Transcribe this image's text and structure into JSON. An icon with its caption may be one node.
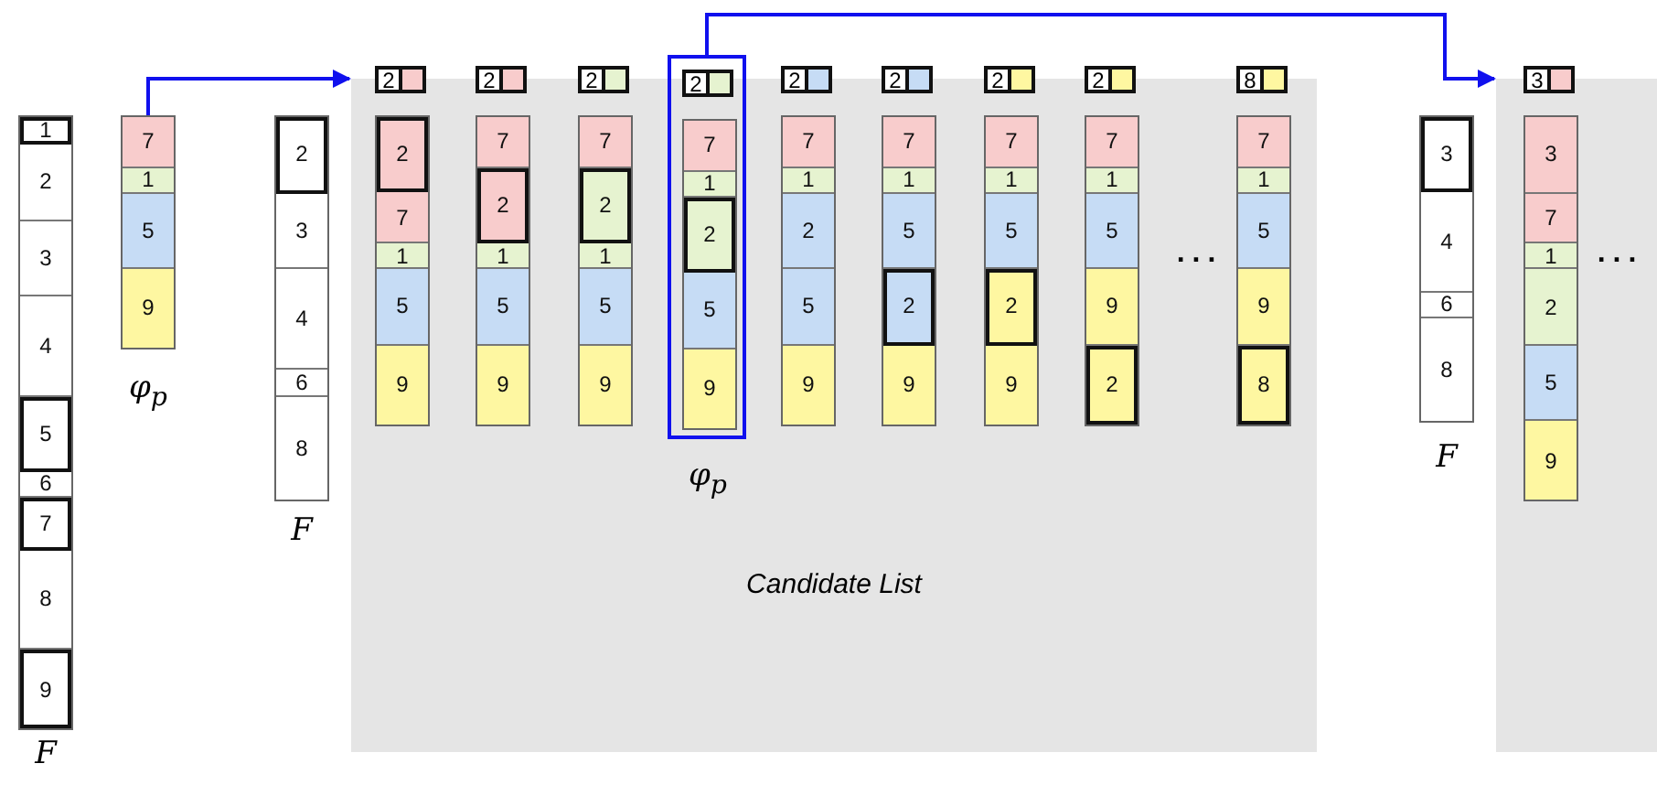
{
  "diagram": {
    "nodes": [
      {
        "text": [
          "1",
          "2",
          "3",
          "4",
          "5",
          "6",
          "7",
          "8",
          "9"
        ],
        "beside": [
          "F"
        ]
      },
      {
        "text": [
          "7",
          "1",
          "5",
          "9"
        ],
        "beside": [
          "φ$_{p}$"
        ]
      },
      {
        "text": [
          "2",
          "3",
          "4",
          "6",
          "8"
        ],
        "beside": [
          "F"
        ]
      },
      {
        "text": [
          "Candidate List"
        ]
      },
      {
        "text": [
          "2"
        ],
        "in": 3
      },
      {
        "text": [
          "2",
          "7",
          "1",
          "5",
          "9"
        ],
        "in": 3
      },
      {
        "text": [
          "2"
        ],
        "in": 3
      },
      {
        "text": [
          "7",
          "2",
          "1",
          "5",
          "9"
        ],
        "in": 3
      },
      {
        "text": [
          "2"
        ],
        "in": 3
      },
      {
        "text": [
          "7",
          "2",
          "1",
          "5",
          "9"
        ],
        "in": 3
      },
      {
        "text": [],
        "shape": "box",
        "in": 3,
        "beside": [
          "φ$_{p}$"
        ]
      },
      {
        "text": [
          "2"
        ],
        "in": 10
      },
      {
        "text": [
          "7",
          "1",
          "2",
          "5",
          "9"
        ],
        "in": 10
      },
      {
        "text": [
          "2"
        ],
        "in": 3
      },
      {
        "text": [
          "7",
          "1",
          "2",
          "5",
          "9"
        ],
        "in": 3
      },
      {
        "text": [
          "2"
        ],
        "in": 3
      },
      {
        "text": [
          "7",
          "1",
          "5",
          "2",
          "9"
        ],
        "in": 3
      },
      {
        "text": [
          "2"
        ],
        "in": 3
      },
      {
        "text": [
          "7",
          "1",
          "5",
          "2",
          "9"
        ],
        "in": 3
      },
      {
        "text": [
          "2"
        ],
        "in": 3
      },
      {
        "text": [
          "7",
          "1",
          "5",
          "9",
          "2"
        ],
        "in": 3
      },
      {
        "text": [
          "8"
        ],
        "in": 3
      },
      {
        "text": [
          "7",
          "1",
          "5",
          "9",
          "8"
        ],
        "in": 3
      },
      {
        "text": [
          "3",
          "4",
          "6",
          "8"
        ],
        "beside": [
          "F"
        ]
      },
      {
        "text": [],
        "shape": "box"
      },
      {
        "text": [
          "3"
        ],
        "in": 24
      },
      {
        "text": [
          "3",
          "7",
          "1",
          "2",
          "5",
          "9"
        ],
        "in": 24
      }
    ],
    "edges": [
      {
        "from": 1,
        "to": 3,
        "arrow": "to"
      },
      {
        "from": 10,
        "to": 24,
        "arrow": "to"
      }
    ],
    "labels": [
      "...",
      "..."
    ]
  }
}
